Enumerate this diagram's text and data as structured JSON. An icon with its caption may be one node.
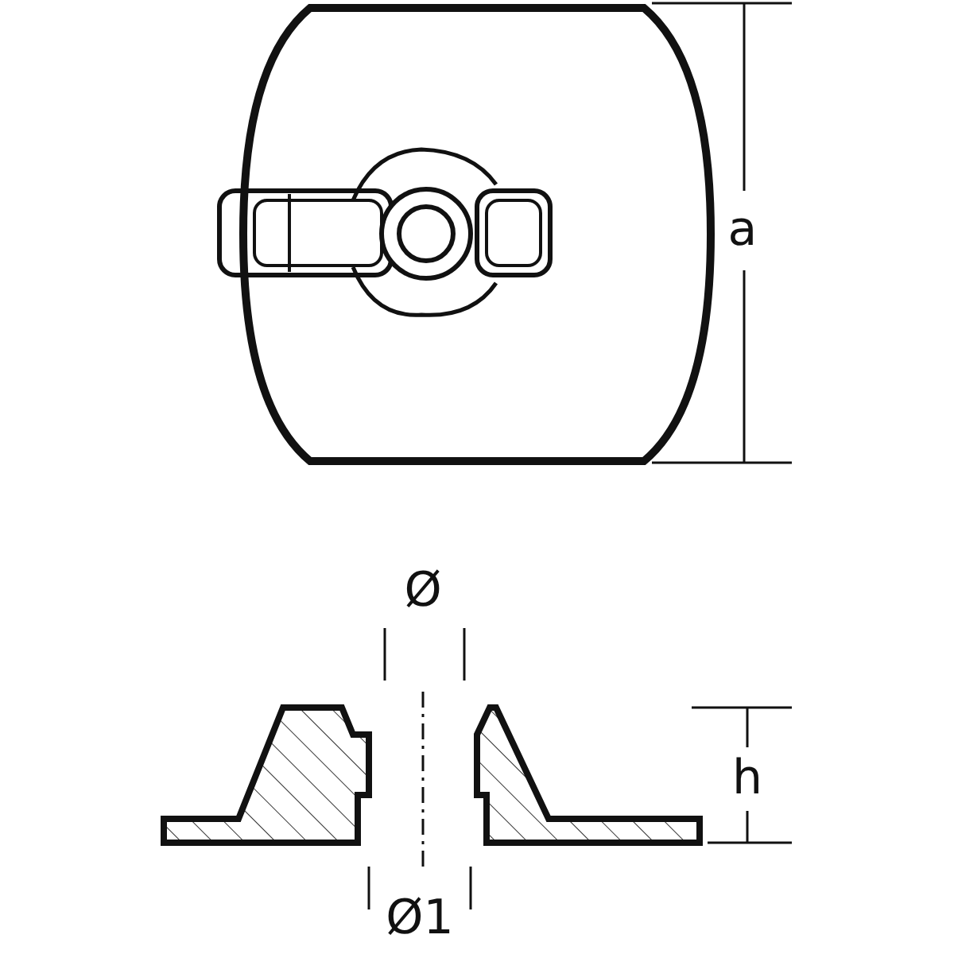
{
  "diagram": {
    "labels": [
      "a",
      "Ø",
      "h",
      "Ø1"
    ]
  }
}
